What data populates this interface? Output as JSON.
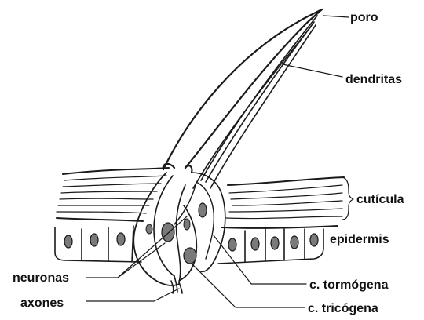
{
  "labels": {
    "poro": "poro",
    "dendritas": "dendritas",
    "cuticula": "cutícula",
    "epidermis": "epidermis",
    "neuronas": "neuronas",
    "axones": "axones",
    "tormogena": "c. tormógena",
    "tricogena": "c. tricógena"
  },
  "colors": {
    "ink": "#1a1a1a",
    "nucleus_fill": "#7a7a7a",
    "background": "#ffffff"
  }
}
